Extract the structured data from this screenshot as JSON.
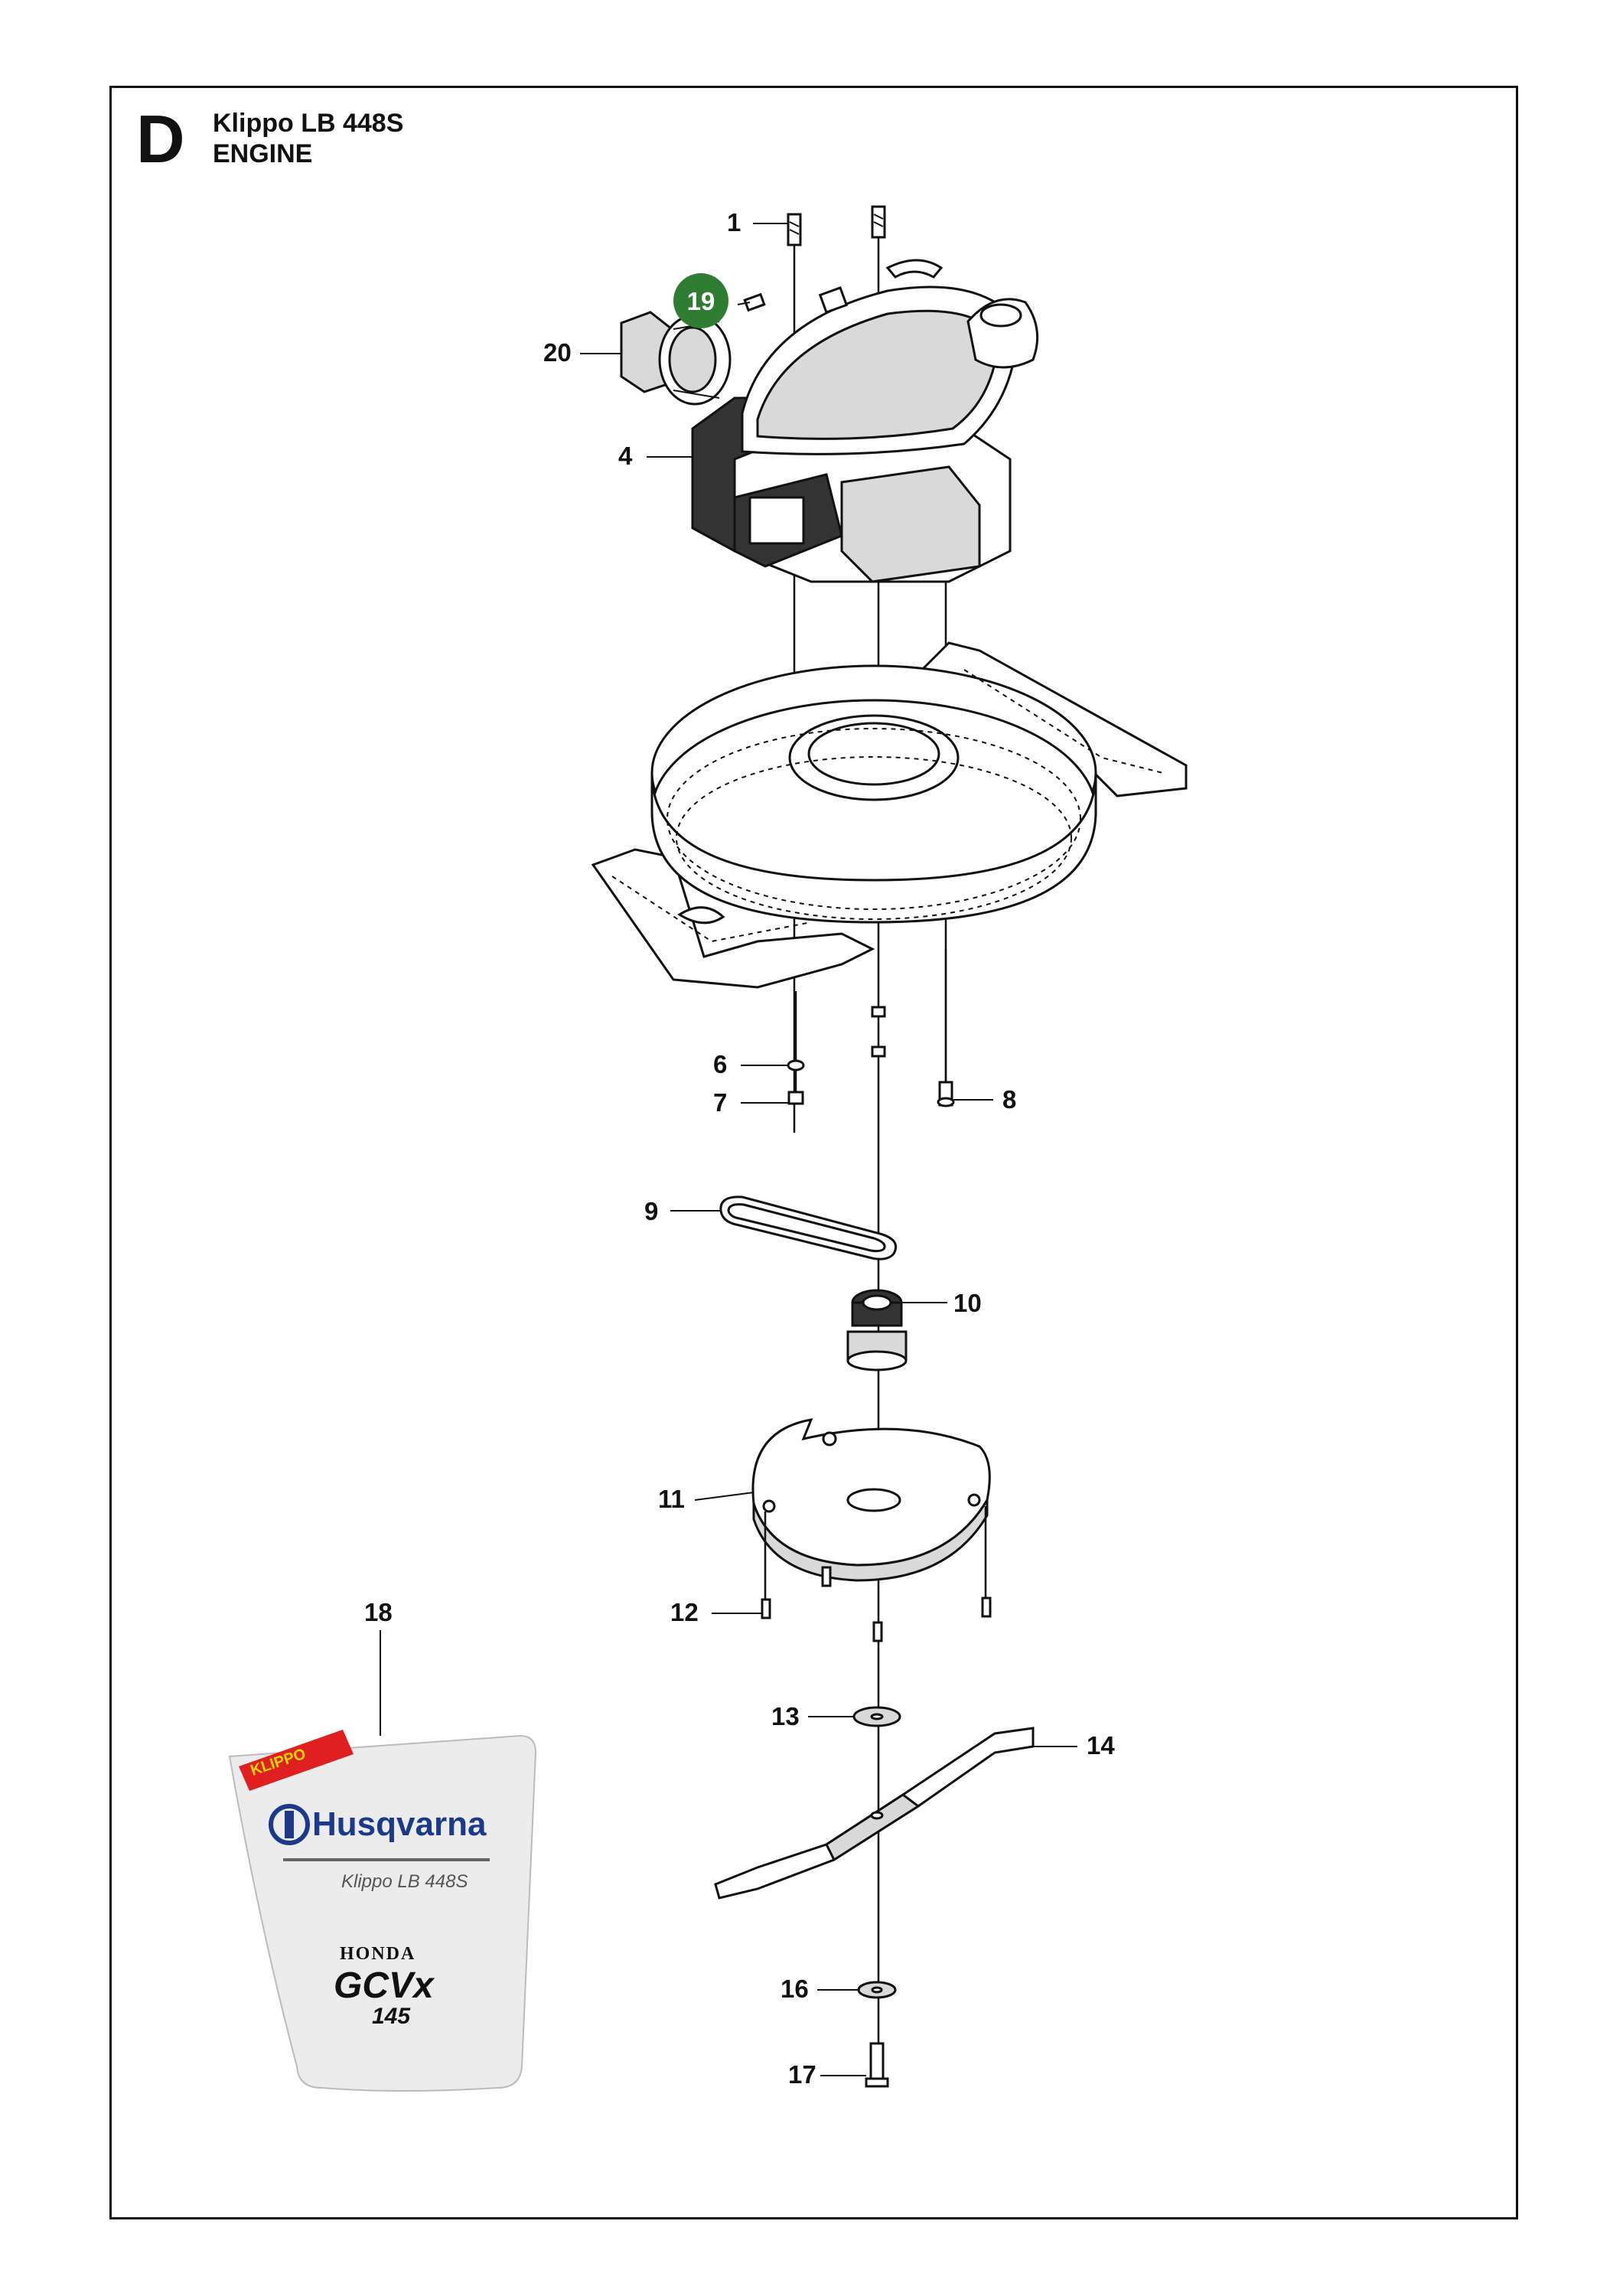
{
  "header": {
    "section_letter": "D",
    "model": "Klippo LB 448S",
    "section_title": "ENGINE"
  },
  "callouts": [
    {
      "id": "c1",
      "label": "1"
    },
    {
      "id": "c4",
      "label": "4"
    },
    {
      "id": "c6",
      "label": "6"
    },
    {
      "id": "c7",
      "label": "7"
    },
    {
      "id": "c8",
      "label": "8"
    },
    {
      "id": "c9",
      "label": "9"
    },
    {
      "id": "c10",
      "label": "10"
    },
    {
      "id": "c11",
      "label": "11"
    },
    {
      "id": "c12",
      "label": "12"
    },
    {
      "id": "c13",
      "label": "13"
    },
    {
      "id": "c14",
      "label": "14"
    },
    {
      "id": "c16",
      "label": "16"
    },
    {
      "id": "c17",
      "label": "17"
    },
    {
      "id": "c18",
      "label": "18"
    },
    {
      "id": "c19",
      "label": "19",
      "highlight": true,
      "highlight_color": "#2e7d32"
    },
    {
      "id": "c20",
      "label": "20"
    }
  ],
  "decal": {
    "ribbon_text": "KLIPPO",
    "ribbon_color": "#e02020",
    "brand": "Husqvarna",
    "brand_color": "#1b3a8a",
    "model": "Klippo LB 448S",
    "engine_brand": "HONDA",
    "engine_model": "GCVx",
    "engine_size": "145"
  }
}
